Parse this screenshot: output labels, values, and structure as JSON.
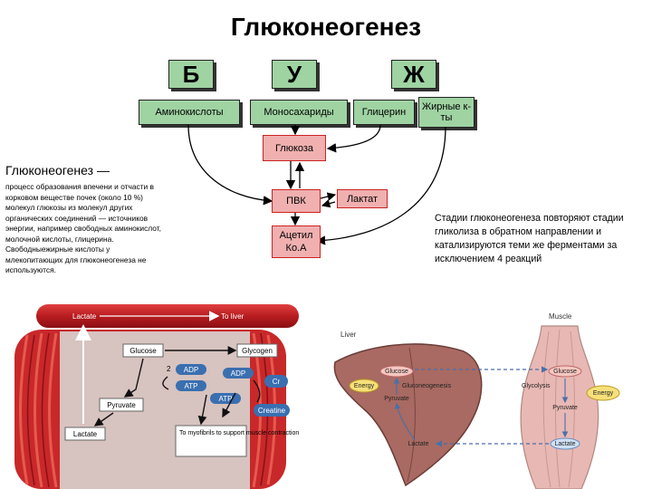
{
  "title": "Глюконеогенез",
  "letters": {
    "b": "Б",
    "u": "У",
    "zh": "Ж"
  },
  "sources": {
    "amino": "Аминокислоты",
    "mono": "Моносахариды",
    "glycerol": "Глицерин",
    "fatty": "Жирные к-ты"
  },
  "nodes": {
    "glucose": "Глюкоза",
    "pvk": "ПВК",
    "lactate": "Лактат",
    "acetyl": "Ацетил Ко.А"
  },
  "left_caption": "Глюконеогенез —",
  "left_description": "процесс образования впечени и отчасти в корковом веществе почек (около 10 %) молекул глюкозы из молекул других органических соединений — источников энергии, например свободных аминокислот, молочной кислоты, глицерина. Свободныежирные кислоты у млекопитающих для глюконеогенеза не используются.",
  "right_description": "Стадии глюконеогенеза повторяют стадии гликолиза в обратном направлении и катализируются теми же ферментами за исключением 4 реакций",
  "muscle_figure": {
    "lactate_top": "Lactate",
    "to_liver": "To liver",
    "glucose": "Glucose",
    "glycogen": "Glycogen",
    "adp1": "ADP",
    "atp1": "ATP",
    "adp2": "ADP",
    "atp2": "ATP",
    "cr": "Cr",
    "creatine": "Creatine",
    "pyruvate": "Pyruvate",
    "lactate_bottom": "Lactate",
    "myofibrils": "To myofibrils to support muscle contraction",
    "num2": "2"
  },
  "cori_figure": {
    "liver": "Liver",
    "muscle": "Muscle",
    "glucose_liver": "Glucose",
    "gluconeogenesis": "Gluconeogenesis",
    "energy_liver": "Energy",
    "pyruvate_liver": "Pyruvate",
    "lactate_liver": "Lactate",
    "glucose_muscle": "Glucose",
    "glycolysis": "Glycolysis",
    "energy_muscle": "Energy",
    "pyruvate_muscle": "Pyruvate",
    "lactate_muscle": "Lactate"
  },
  "colors": {
    "box_green": "#9fd3a2",
    "box_pink": "#f0b0b0",
    "muscle_red": "#c8282a",
    "liver_brown": "#a86a62",
    "muscle_pink": "#e8b8b4"
  }
}
